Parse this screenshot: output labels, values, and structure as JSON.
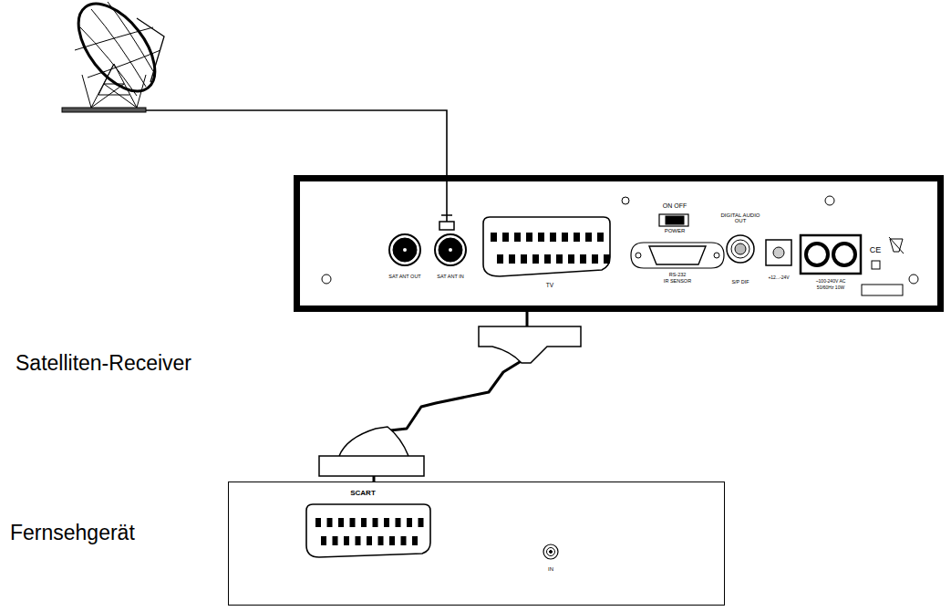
{
  "diagram": {
    "nodes": [
      {
        "text": [
          "Satelliten-Receiver"
        ]
      },
      {
        "text": [
          "Fernsehgerät"
        ]
      }
    ],
    "edges": [
      {
        "from": 0,
        "to": 1,
        "arrow": "none"
      }
    ],
    "labels": [
      "SAT ANT OUT",
      "SAT ANT IN",
      "TV",
      "ON OFF",
      "POWER",
      "RS-232",
      "IR SENSOR",
      "DIGITAL AUDIO OUT",
      "S/P DIF",
      "+12...-24V",
      "~100-240V AC",
      "50/60Hz 10W",
      "CE",
      "SCART",
      "IN"
    ]
  }
}
